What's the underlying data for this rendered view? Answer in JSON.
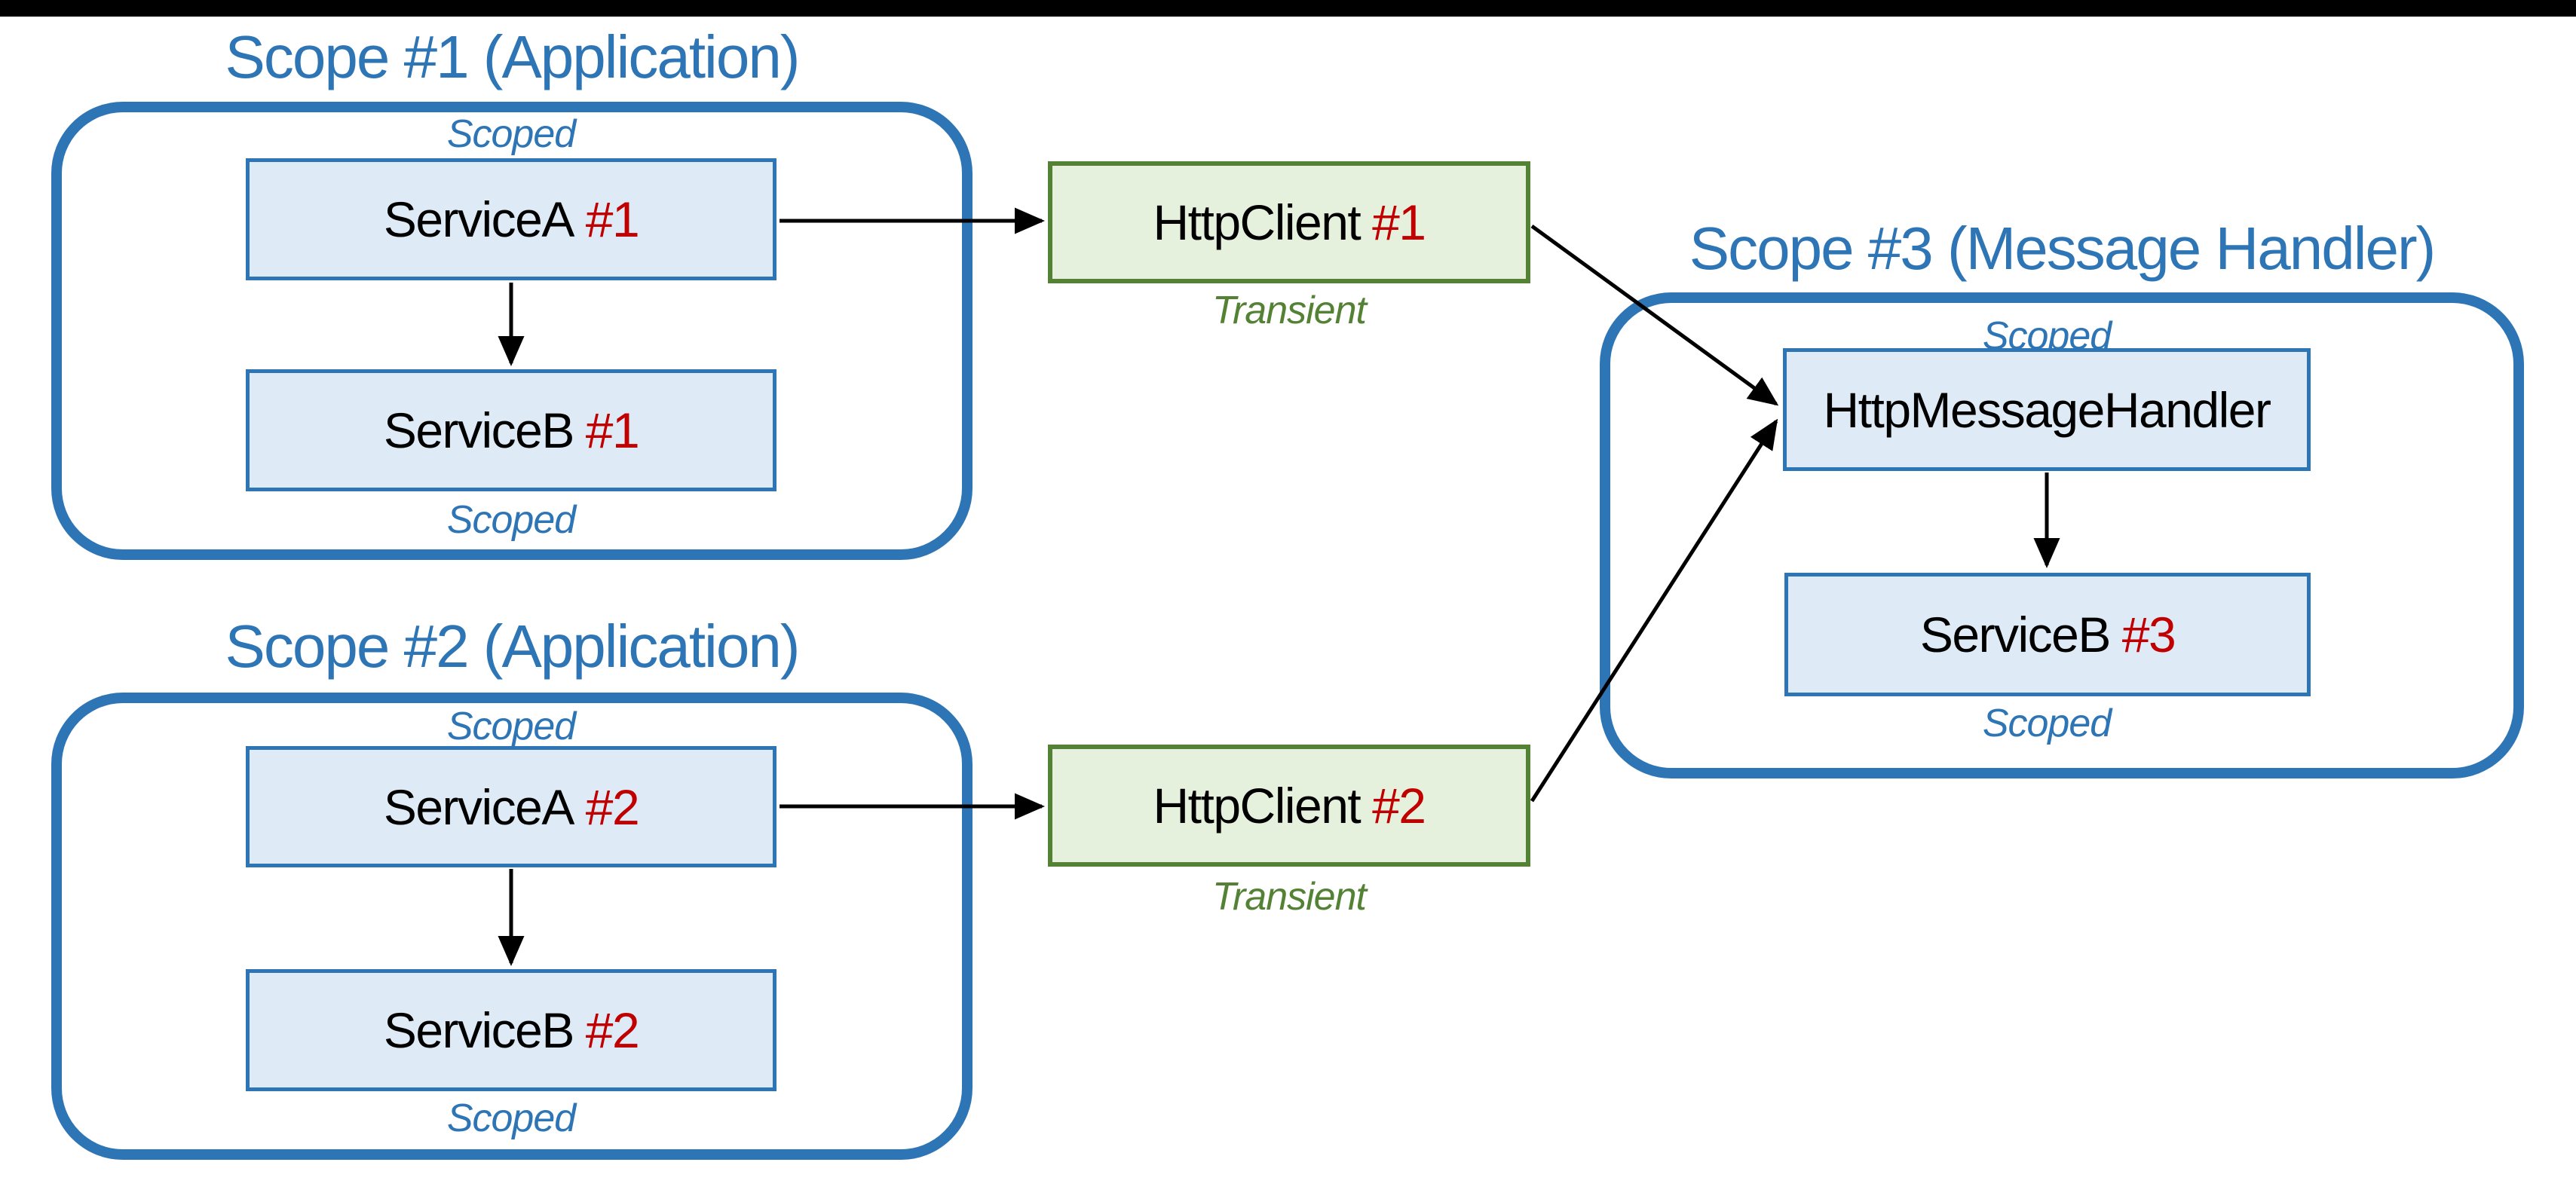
{
  "colors": {
    "blue": "#2E75B6",
    "blue-fill": "#DEEBF7",
    "green": "#548235",
    "green-fill": "#E5F0DD",
    "red": "#C00000",
    "black": "#000000",
    "white": "#FFFFFF"
  },
  "scopes": [
    {
      "title": "Scope #1 (Application)",
      "top_label": "Scoped",
      "bottom_label": "Scoped",
      "boxes": [
        {
          "label": "ServiceA",
          "instance": "#1"
        },
        {
          "label": "ServiceB",
          "instance": "#1"
        }
      ]
    },
    {
      "title": "Scope #2 (Application)",
      "top_label": "Scoped",
      "bottom_label": "Scoped",
      "boxes": [
        {
          "label": "ServiceA",
          "instance": "#2"
        },
        {
          "label": "ServiceB",
          "instance": "#2"
        }
      ]
    },
    {
      "title": "Scope #3 (Message Handler)",
      "top_label": "Scoped",
      "bottom_label": "Scoped",
      "boxes": [
        {
          "label": "HttpMessageHandler",
          "instance": null
        },
        {
          "label": "ServiceB",
          "instance": "#3"
        }
      ]
    }
  ],
  "clients": [
    {
      "label": "HttpClient",
      "instance": "#1",
      "lifetime_label": "Transient"
    },
    {
      "label": "HttpClient",
      "instance": "#2",
      "lifetime_label": "Transient"
    }
  ],
  "edges": [
    {
      "from": "serviceA-1",
      "to": "serviceB-1"
    },
    {
      "from": "serviceA-1",
      "to": "httpClient-1"
    },
    {
      "from": "serviceA-2",
      "to": "serviceB-2"
    },
    {
      "from": "serviceA-2",
      "to": "httpClient-2"
    },
    {
      "from": "httpClient-1",
      "to": "httpMessageHandler"
    },
    {
      "from": "httpClient-2",
      "to": "httpMessageHandler"
    },
    {
      "from": "httpMessageHandler",
      "to": "serviceB-3"
    }
  ]
}
